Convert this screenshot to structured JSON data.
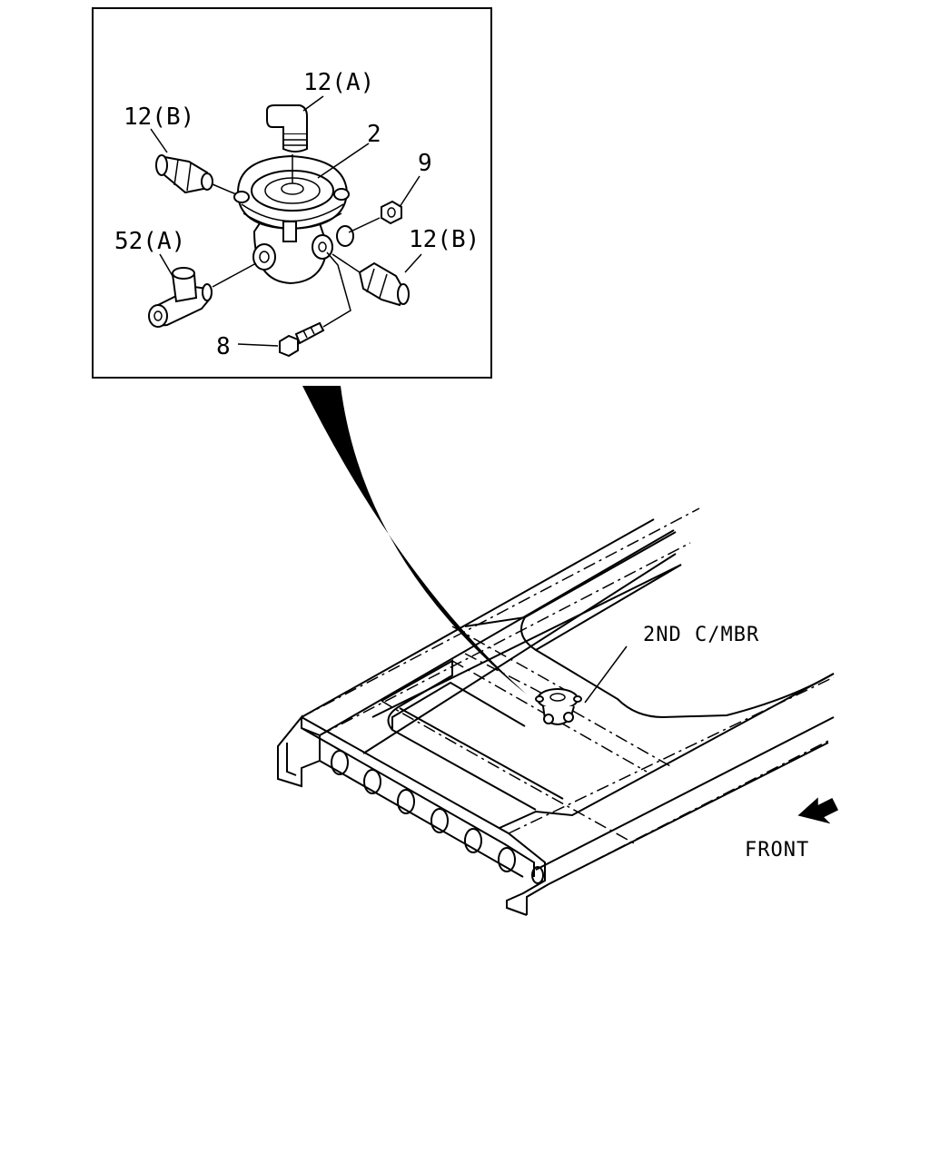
{
  "callouts": {
    "p12a": "12(A)",
    "p12b_left": "12(B)",
    "p2": "2",
    "p9": "9",
    "p52a": "52(A)",
    "p12b_right": "12(B)",
    "p8": "8"
  },
  "frame_labels": {
    "member": "2ND C/MBR",
    "front": "FRONT"
  }
}
